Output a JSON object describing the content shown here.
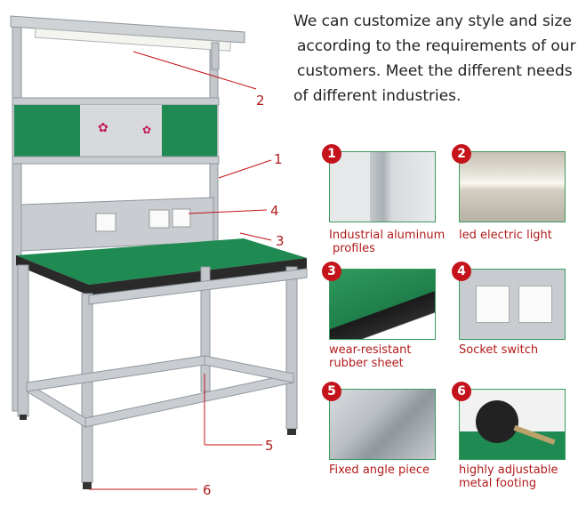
{
  "headline": [
    "We can customize any style and size",
    "according to the requirements of our",
    "customers. Meet the different needs",
    "of different industries."
  ],
  "callouts": [
    "1",
    "2",
    "3",
    "4",
    "5",
    "6"
  ],
  "features": [
    {
      "number": "1",
      "caption_lines": [
        "Industrial aluminum",
        "profiles"
      ],
      "icon": "aluminum-profile-photo"
    },
    {
      "number": "2",
      "caption_lines": [
        "led electric light"
      ],
      "icon": "led-light-photo"
    },
    {
      "number": "3",
      "caption_lines": [
        "wear-resistant",
        "rubber sheet"
      ],
      "icon": "rubber-sheet-photo"
    },
    {
      "number": "4",
      "caption_lines": [
        "Socket switch"
      ],
      "icon": "socket-switch-photo"
    },
    {
      "number": "5",
      "caption_lines": [
        "Fixed angle piece"
      ],
      "icon": "angle-piece-photo"
    },
    {
      "number": "6",
      "caption_lines": [
        "highly adjustable",
        "metal footing"
      ],
      "icon": "metal-footing-photo"
    }
  ],
  "colors": {
    "accent_red": "#c4131b",
    "frame_gray": "#b9bec3",
    "mat_green": "#1f8a52"
  }
}
